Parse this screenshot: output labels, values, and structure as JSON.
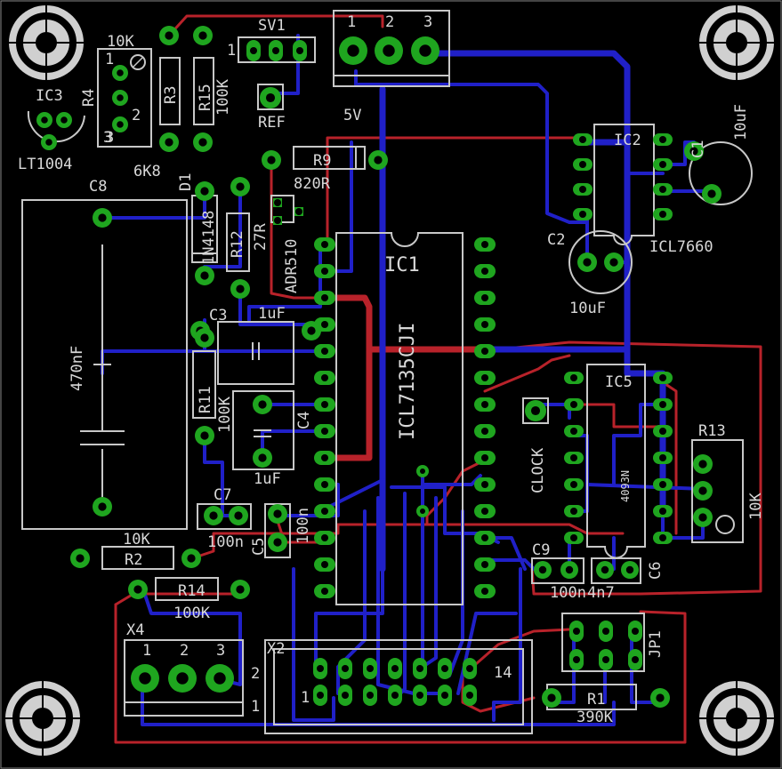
{
  "board": {
    "background": "#000000",
    "colors": {
      "pad": "#1fa51f",
      "bottom_trace": "#2020c8",
      "top_trace": "#b8222a",
      "silkscreen": "#c8c8c8"
    }
  },
  "labels": {
    "r4_value": "10K",
    "r4": "R4",
    "ic3": "IC3",
    "ic3_part": "LT1004",
    "r3": "R3",
    "r3_value": "6K8",
    "r15": "R15",
    "r15_value": "100K",
    "d1": "D1",
    "sv1": "SV1",
    "ref": "REF",
    "r9": "R9",
    "r9_value": "820R",
    "adr": "ADR510",
    "r12": "R12",
    "r12_value": "27R",
    "d1_part": "1N4148",
    "c8": "C8",
    "c8_value": "470nF",
    "c3": "C3",
    "c3_value": "1uF",
    "r11": "R11",
    "r11_value": "100K",
    "c4": "C4",
    "c4_value": "1uF",
    "c7": "C7",
    "c7_value": "100n",
    "c5": "C5",
    "c5_value": "100n",
    "r2": "R2",
    "r2_value": "10K",
    "r14": "R14",
    "r14_value": "100K",
    "x4": "X4",
    "x2": "X2",
    "x2_pin14": "14",
    "ic1": "IC1",
    "ic1_part": "ICL7135CJI",
    "ic2": "IC2",
    "ic2_part": "ICL7660",
    "c1": "C1",
    "c1_value": "10uF",
    "c2": "C2",
    "c2_value": "10uF",
    "ic5": "IC5",
    "ic5_part": "4093N",
    "clock": "CLOCK",
    "r13": "R13",
    "r13_value": "10K",
    "c9": "C9",
    "c9_value": "100n",
    "c6": "C6",
    "c6_value": "4n7",
    "jp1": "JP1",
    "r1": "R1",
    "r1_value": "390K",
    "v5": "5V",
    "pin1": "1",
    "pin2": "2",
    "pin3": "3",
    "x4_pin1": "1",
    "x4_pin2": "2",
    "x4_pin3": "3",
    "r4_pin1": "1",
    "r4_pin2": "2",
    "r4_pin3": "3",
    "ic3_pin3": "3",
    "x2_row2": "2",
    "x2_row1": "1",
    "x2_pin1": "1",
    "sv1_pin1": "1"
  }
}
